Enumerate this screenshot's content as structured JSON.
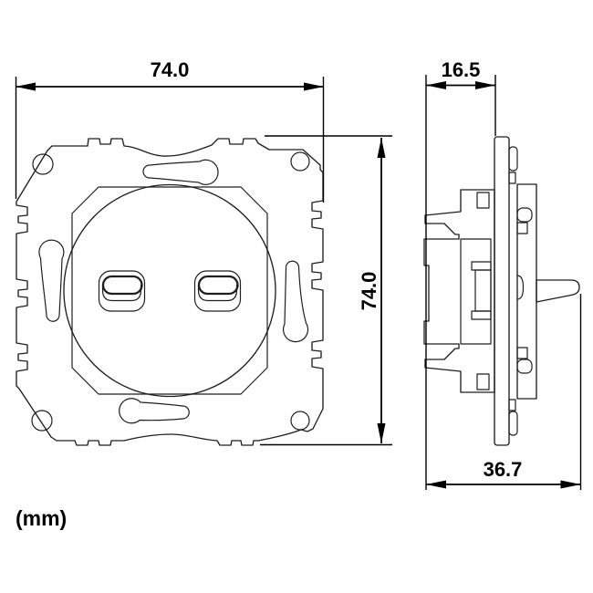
{
  "drawing": {
    "units_label": "(mm)",
    "dimensions": {
      "front_width": "74.0",
      "front_height": "74.0",
      "side_recess_depth": "16.5",
      "side_total_depth": "36.7"
    },
    "colors": {
      "line": "#1f1f1f",
      "dimension": "#000000",
      "background": "#ffffff"
    }
  }
}
